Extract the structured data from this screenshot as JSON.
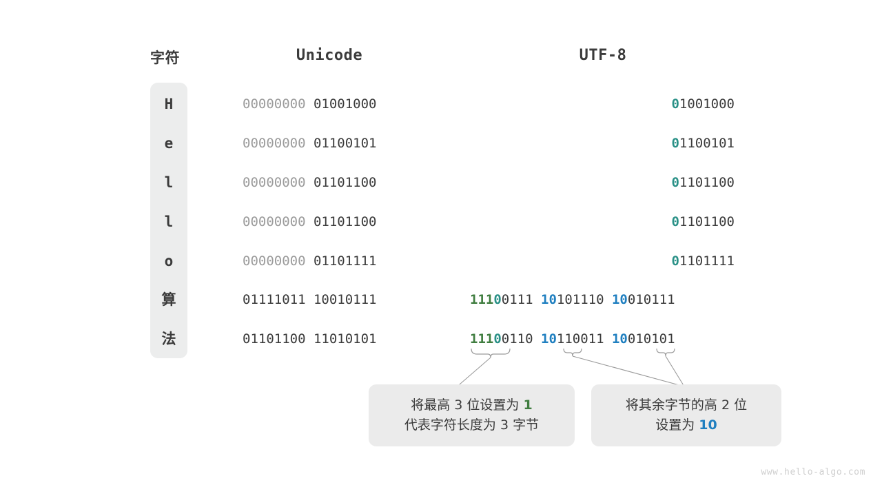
{
  "headers": {
    "character": "字符",
    "unicode": "Unicode",
    "utf8": "UTF-8"
  },
  "rows": [
    {
      "char": "H",
      "char_kind": "latin",
      "unicode_high": "00000000",
      "unicode_low": "01001000",
      "utf8_bytes": [
        {
          "marker": "0",
          "marker_color": "teal",
          "rest": "1001000"
        }
      ]
    },
    {
      "char": "e",
      "char_kind": "latin",
      "unicode_high": "00000000",
      "unicode_low": "01100101",
      "utf8_bytes": [
        {
          "marker": "0",
          "marker_color": "teal",
          "rest": "1100101"
        }
      ]
    },
    {
      "char": "l",
      "char_kind": "latin",
      "unicode_high": "00000000",
      "unicode_low": "01101100",
      "utf8_bytes": [
        {
          "marker": "0",
          "marker_color": "teal",
          "rest": "1101100"
        }
      ]
    },
    {
      "char": "l",
      "char_kind": "latin",
      "unicode_high": "00000000",
      "unicode_low": "01101100",
      "utf8_bytes": [
        {
          "marker": "0",
          "marker_color": "teal",
          "rest": "1101100"
        }
      ]
    },
    {
      "char": "o",
      "char_kind": "latin",
      "unicode_high": "00000000",
      "unicode_low": "01101111",
      "utf8_bytes": [
        {
          "marker": "0",
          "marker_color": "teal",
          "rest": "1101111"
        }
      ]
    },
    {
      "char": "算",
      "char_kind": "cjk",
      "unicode_high": "01111011",
      "unicode_low": "10010111",
      "utf8_bytes": [
        {
          "marker": "111",
          "marker_color": "green",
          "marker2": "0",
          "marker2_color": "teal",
          "rest": "0111"
        },
        {
          "marker": "10",
          "marker_color": "blue",
          "rest": "101110"
        },
        {
          "marker": "10",
          "marker_color": "blue",
          "rest": "010111"
        }
      ]
    },
    {
      "char": "法",
      "char_kind": "cjk",
      "unicode_high": "01101100",
      "unicode_low": "11010101",
      "utf8_bytes": [
        {
          "marker": "111",
          "marker_color": "green",
          "marker2": "0",
          "marker2_color": "teal",
          "rest": "0110"
        },
        {
          "marker": "10",
          "marker_color": "blue",
          "rest": "110011"
        },
        {
          "marker": "10",
          "marker_color": "blue",
          "rest": "010101"
        }
      ]
    }
  ],
  "callouts": {
    "left": {
      "line1_prefix": "将最高 3 位设置为 ",
      "line1_highlight": "1",
      "line1_highlight_color": "green",
      "line2": "代表字符长度为 3 字节"
    },
    "right": {
      "line1": "将其余字节的高 2 位",
      "line2_prefix": "设置为 ",
      "line2_highlight": "10",
      "line2_highlight_color": "blue"
    }
  },
  "watermark": "www.hello-algo.com",
  "colors": {
    "teal": "#2a9187",
    "green": "#3f7d3f",
    "blue": "#1f7fc0",
    "dark": "#3b3b3b",
    "dim": "#9b9b9b",
    "pill_bg": "#eceded",
    "callout_bg": "#ebebeb",
    "page_bg": "#ffffff"
  }
}
